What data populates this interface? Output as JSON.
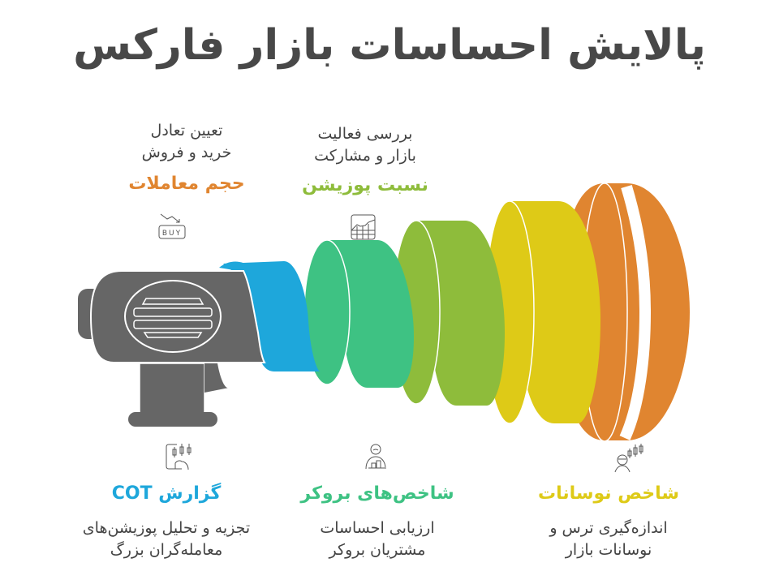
{
  "title": "پالایش احساسات بازار فارکس",
  "colors": {
    "title": "#484848",
    "gray": "#666666",
    "blue": "#1EA7DB",
    "teal": "#3EC283",
    "green": "#8EBC3B",
    "yellow": "#DECA17",
    "orange": "#E08530"
  },
  "top_items": [
    {
      "id": "volume",
      "heading": "حجم معاملات",
      "desc_line1": "تعیین تعادل",
      "desc_line2": "خرید و فروش",
      "color": "#E08530",
      "icon": "buy-trend-icon",
      "icon_text": "BUY"
    },
    {
      "id": "position-ratio",
      "heading": "نسبت پوزیشن",
      "desc_line1": "بررسی فعالیت",
      "desc_line2": "بازار و مشارکت",
      "color": "#8EBC3B",
      "icon": "chart-grid-icon"
    }
  ],
  "bottom_items": [
    {
      "id": "cot",
      "heading": "گزارش COT",
      "desc_line1": "تجزیه و تحلیل پوزیشن‌های",
      "desc_line2": "معامله‌گران بزرگ",
      "color": "#1EA7DB",
      "icon": "tablet-candlestick-icon"
    },
    {
      "id": "broker",
      "heading": "شاخص‌های بروکر",
      "desc_line1": "ارزیابی احساسات",
      "desc_line2": "مشتریان بروکر",
      "color": "#3EC283",
      "icon": "trader-desk-icon"
    },
    {
      "id": "volatility",
      "heading": "شاخص نوسانات",
      "desc_line1": "اندازه‌گیری ترس و",
      "desc_line2": "نوسانات بازار",
      "color": "#DECA17",
      "icon": "person-candlestick-icon"
    }
  ]
}
